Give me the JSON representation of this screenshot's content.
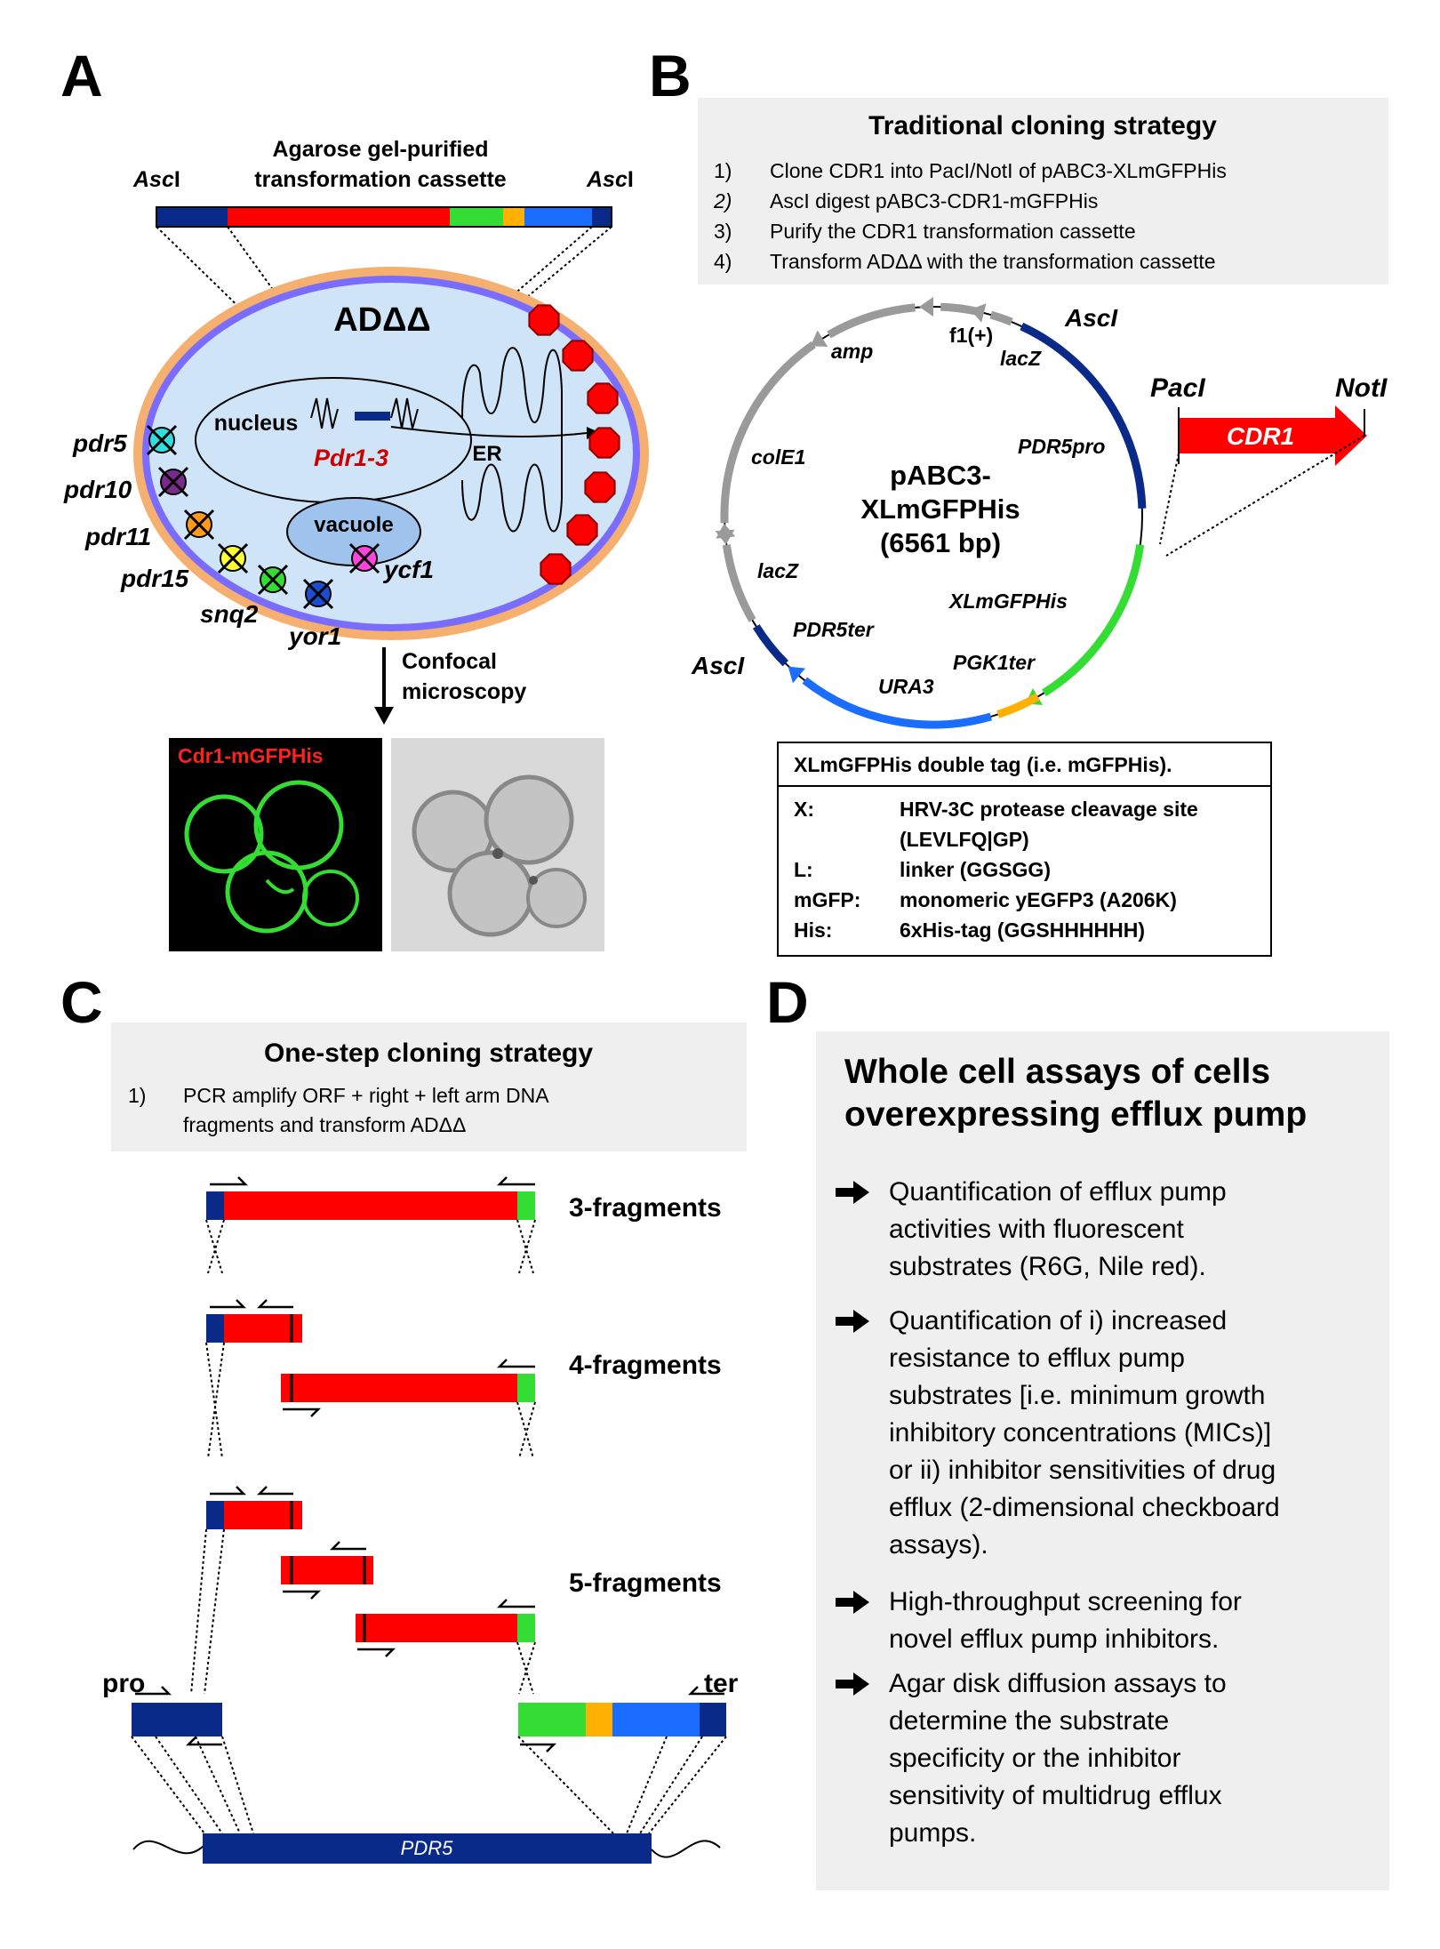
{
  "panels": {
    "a": "A",
    "b": "B",
    "c": "C",
    "d": "D"
  },
  "panel_a": {
    "cassette_title_1": "Agarose gel-purified",
    "cassette_title_2": "transformation cassette",
    "asc_left": "Asc",
    "asc_right": "Asc",
    "asc_suffix": "I",
    "strain": "ADΔΔ",
    "nucleus": "nucleus",
    "regulator": "Pdr1-3",
    "er": "ER",
    "vacuole": "vacuole",
    "deleted_genes": [
      "pdr5",
      "pdr10",
      "pdr11",
      "pdr15",
      "snq2",
      "yor1",
      "ycf1"
    ],
    "method_1": "Confocal",
    "method_2": "microscopy",
    "micrograph_label": "Cdr1-mGFPHis"
  },
  "panel_b": {
    "strategy_title": "Traditional cloning strategy",
    "steps": [
      {
        "num": "1)",
        "text": "Clone CDR1 into PacI/NotI of pABC3-XLmGFPHis"
      },
      {
        "num": "2)",
        "text": "AscI digest pABC3-CDR1-mGFPHis"
      },
      {
        "num": "3)",
        "text": "Purify the CDR1 transformation cassette"
      },
      {
        "num": "4)",
        "text": "Transform ADΔΔ with the transformation cassette"
      }
    ],
    "plasmid_name_1": "pABC3-",
    "plasmid_name_2": "XLmGFPHis",
    "plasmid_size": "(6561 bp)",
    "features": {
      "f1": "f1(+)",
      "lacZ_top": "lacZ",
      "amp": "amp",
      "colE1": "colE1",
      "lacZ_left": "lacZ",
      "pdr5pro": "PDR5pro",
      "xlmgfphis": "XLmGFPHis",
      "pdr5ter": "PDR5ter",
      "pgk1ter": "PGK1ter",
      "ura3": "URA3",
      "asc_top": "AscI",
      "asc_bottom": "AscI"
    },
    "insert": {
      "pac": "PacI",
      "not": "NotI",
      "gene": "CDR1"
    },
    "tag_table": {
      "title": "XLmGFPHis double tag (i.e. mGFPHis).",
      "rows": [
        {
          "key": "X:",
          "value": "HRV-3C protease cleavage site"
        },
        {
          "key": "",
          "value": "(LEVLFQ|GP)"
        },
        {
          "key": "L:",
          "value": "linker (GGSGG)"
        },
        {
          "key": "mGFP:",
          "value": "monomeric yEGFP3 (A206K)"
        },
        {
          "key": "His:",
          "value": "6xHis-tag (GGSHHHHHH)"
        }
      ]
    }
  },
  "panel_c": {
    "strategy_title": "One-step cloning strategy",
    "step_num": "1)",
    "step_line_1": "PCR amplify ORF + right + left arm DNA",
    "step_line_2": "fragments and transform ADΔΔ",
    "frag3": "3-fragments",
    "frag4": "4-fragments",
    "frag5": "5-fragments",
    "pro": "pro",
    "ter": "ter",
    "locus": "PDR5"
  },
  "panel_d": {
    "title_1": "Whole cell assays of cells",
    "title_2": "overexpressing efflux pump",
    "bullets": [
      [
        "Quantification of efflux pump",
        "activities with fluorescent",
        "substrates (R6G, Nile red)."
      ],
      [
        "Quantification of i) increased",
        "resistance to efflux pump",
        "substrates [i.e. minimum growth",
        "inhibitory concentrations (MICs)]",
        "or ii) inhibitor sensitivities of drug",
        "efflux (2-dimensional checkboard",
        "assays)."
      ],
      [
        "High-throughput screening for",
        "novel efflux pump inhibitors."
      ],
      [
        "Agar disk diffusion assays to",
        "determine the substrate",
        "specificity or the inhibitor",
        "sensitivity of multidrug efflux",
        "pumps."
      ]
    ]
  },
  "colors": {
    "navy": "#0a2a8a",
    "red": "#ff0000",
    "green": "#33dd33",
    "orange": "#ffb000",
    "blue": "#1a6dff",
    "membrane": "#7a6cff",
    "cell_wall": "#f5b070",
    "cytoplasm": "#cfe4f7",
    "pump": "#ff0000",
    "panel_gray": "#efefef"
  }
}
